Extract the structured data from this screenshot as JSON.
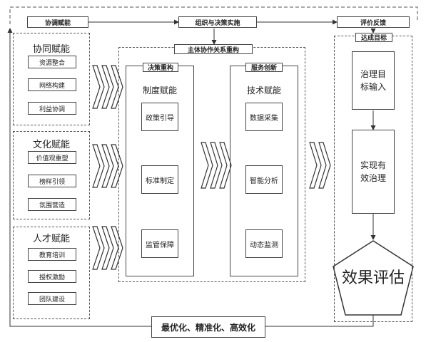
{
  "top_row": {
    "left": "协调赋能",
    "middle": "组织与决策实施",
    "right": "评价反馈"
  },
  "left_groups": [
    {
      "title": "协同赋能",
      "items": [
        "资源整合",
        "网络构建",
        "利益协调"
      ]
    },
    {
      "title": "文化赋能",
      "items": [
        "价值观重塑",
        "榜样引领",
        "氛围营造"
      ]
    },
    {
      "title": "人才赋能",
      "items": [
        "教育培训",
        "授权激励",
        "团队建设"
      ]
    }
  ],
  "center": {
    "title": "主体协作关系重构",
    "left_panel": {
      "header": "决策重构",
      "title": "制度赋能",
      "items": [
        "政策引导",
        "标准制定",
        "监管保障"
      ]
    },
    "right_panel": {
      "header": "服务创新",
      "title": "技术赋能",
      "items": [
        "数据采集",
        "智能分析",
        "动态监测"
      ]
    }
  },
  "right_column": {
    "header": "达成目标",
    "box1": "治理目标输入",
    "box2": "实现有效治理",
    "pentagon": "效果评估"
  },
  "bottom_label": "最优化、精准化、高效化"
}
